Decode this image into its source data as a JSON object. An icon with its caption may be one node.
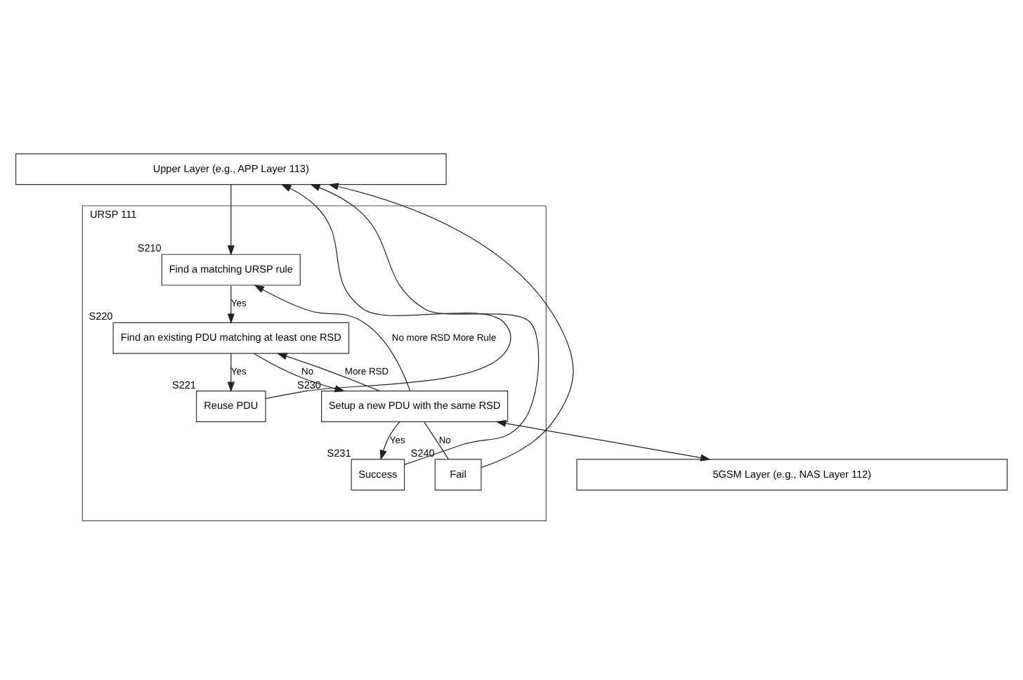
{
  "diagram": {
    "nodes": [
      {
        "text": [
          "Upper Layer (e.g., APP Layer 113)"
        ]
      },
      {
        "text": [
          "URSP 111"
        ]
      },
      {
        "text": [
          "Find a matching URSP rule"
        ],
        "in": 1,
        "beside": [
          "S210"
        ]
      },
      {
        "text": [
          "Find an existing PDU matching at least one RSD"
        ],
        "in": 1,
        "beside": [
          "S220"
        ]
      },
      {
        "text": [
          "Reuse PDU"
        ],
        "in": 1,
        "beside": [
          "S221"
        ]
      },
      {
        "text": [
          "Setup a new PDU with the same RSD"
        ],
        "in": 1,
        "beside": [
          "S230"
        ]
      },
      {
        "text": [
          "Success"
        ],
        "in": 1,
        "beside": [
          "S231"
        ]
      },
      {
        "text": [
          "Fail"
        ],
        "in": 1,
        "beside": [
          "S240"
        ]
      },
      {
        "text": [
          "5GSM Layer (e.g., NAS Layer 112)"
        ]
      }
    ],
    "edges": [
      {
        "from": 0,
        "to": 2,
        "arrow": "to"
      },
      {
        "from": 2,
        "to": 3,
        "arrow": "to",
        "label": "Yes"
      },
      {
        "from": 3,
        "to": 4,
        "arrow": "to",
        "label": "Yes"
      },
      {
        "from": 3,
        "to": 5,
        "arrow": "to",
        "label": "No"
      },
      {
        "from": 5,
        "to": 6,
        "arrow": "to",
        "label": "Yes"
      },
      {
        "from": 4,
        "to": 0,
        "arrow": "to"
      },
      {
        "from": 6,
        "to": 0,
        "arrow": "to"
      },
      {
        "from": 7,
        "to": 0,
        "arrow": "to"
      },
      {
        "from": 5,
        "to": 8,
        "arrow": "both"
      },
      {
        "from": 5,
        "to": 7,
        "arrow": "none",
        "label": "No"
      },
      {
        "from": 5,
        "to": 3,
        "arrow": "to",
        "label": "More RSD"
      },
      {
        "from": 5,
        "to": 2,
        "arrow": "to",
        "label": "No more RSD More Rule"
      }
    ]
  }
}
